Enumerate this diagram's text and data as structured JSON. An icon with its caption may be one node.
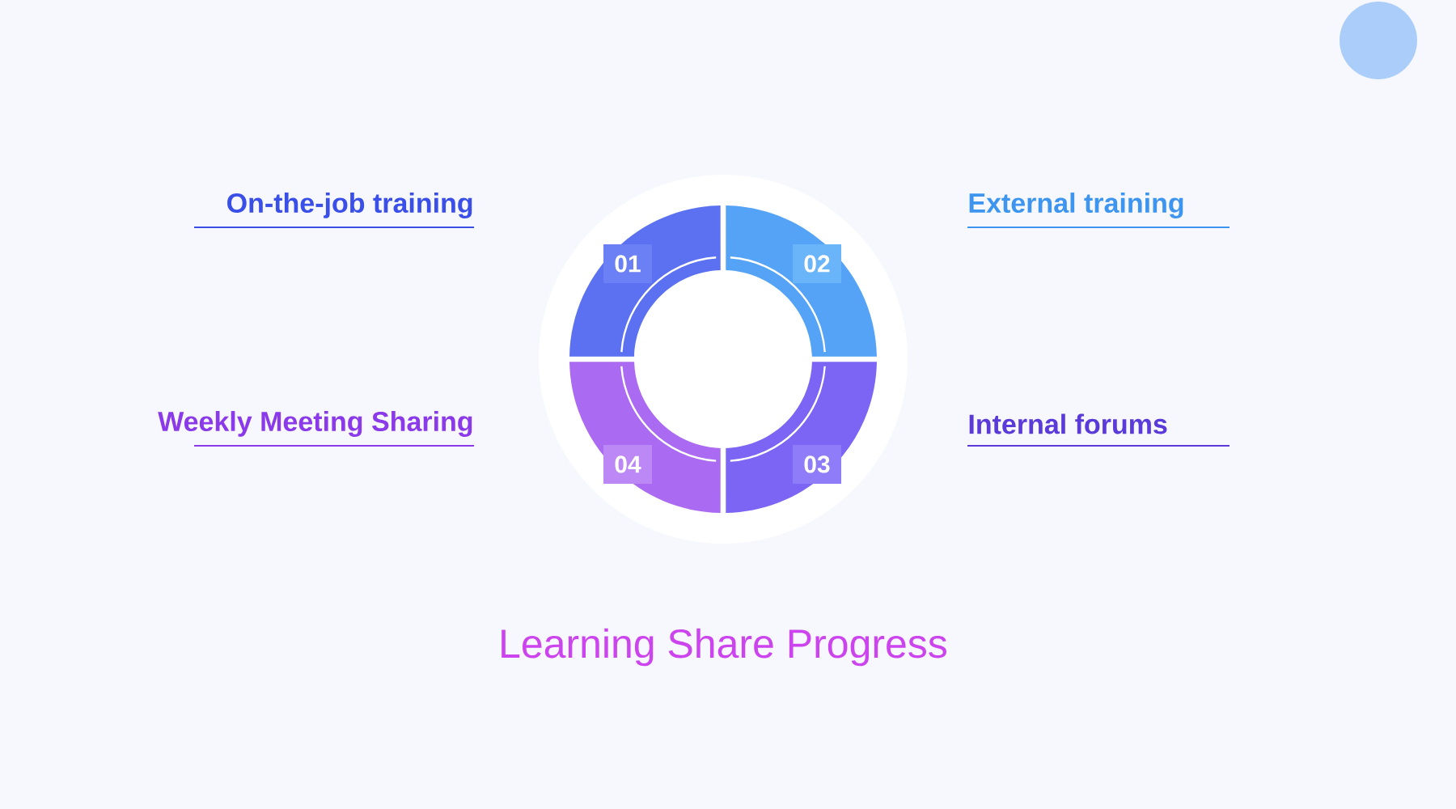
{
  "diagram": {
    "nodes": [
      {
        "text": [
          "01"
        ]
      },
      {
        "text": [
          "02"
        ]
      },
      {
        "text": [
          "03"
        ]
      },
      {
        "text": [
          "04"
        ]
      }
    ],
    "labels": [
      "On-the-job training",
      "External training",
      "Weekly Meeting Sharing",
      "Internal forums",
      "Learning Share Progress"
    ]
  }
}
